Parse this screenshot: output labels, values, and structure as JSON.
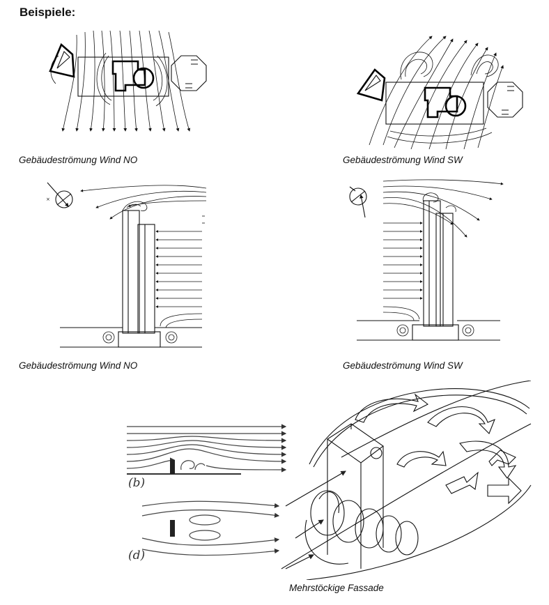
{
  "heading": "Beispiele:",
  "figures": {
    "plan_no": {
      "caption": "Gebäudeströmung Wind NO"
    },
    "plan_sw": {
      "caption": "Gebäudeströmung Wind SW"
    },
    "sect_no": {
      "caption": "Gebäudeströmung Wind NO"
    },
    "sect_sw": {
      "caption": "Gebäudeströmung Wind SW"
    },
    "facade": {
      "caption": "Mehrstöckige Fassade"
    }
  },
  "labels": {
    "b": "(b)",
    "d": "(d)"
  }
}
